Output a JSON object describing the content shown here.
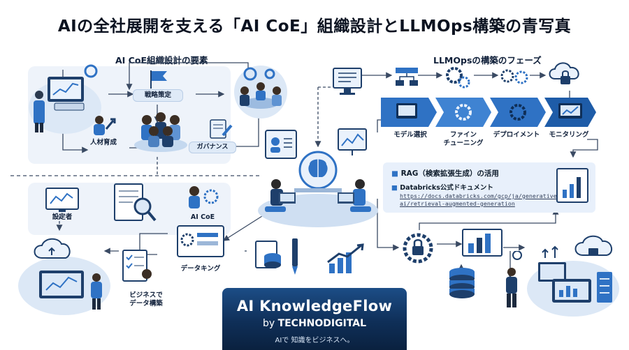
{
  "title": "AIの全社展開を支える「AI CoE」組織設計とLLMOps構築の青写真",
  "left_section": {
    "heading": "AI CoE組織設計の要素",
    "strategy": "戦略策定",
    "talent": "人材育成",
    "governance": "ガバナンス"
  },
  "right_section": {
    "heading": "LLMOpsの構築のフェーズ",
    "phases": [
      "モデル選択",
      "ファイン\nチューニング",
      "デプロイメント",
      "モニタリング"
    ]
  },
  "rag_box": {
    "item1": "RAG（検索拡張生成）の活用",
    "item2": "Databricks公式ドキュメント",
    "url_line1": "https://docs.databricks.com/gcp/ja/generative-",
    "url_line2": "ai/retrieval-augmented-generation"
  },
  "bottom_left": {
    "designer": "設定者",
    "aicoe": "AI CoE",
    "data_king": "データキング",
    "biz_data": "ビジネスで\nデータ構築"
  },
  "brand": {
    "name": "AI KnowledgeFlow",
    "by": "by",
    "company": "TECHNODIGITAL",
    "tagline": "AIで 知識をビジネスへ。"
  },
  "colors": {
    "primary": "#2f72c4",
    "navy": "#0f2f58",
    "panel": "#e6eef9",
    "line": "#3a4a63"
  }
}
